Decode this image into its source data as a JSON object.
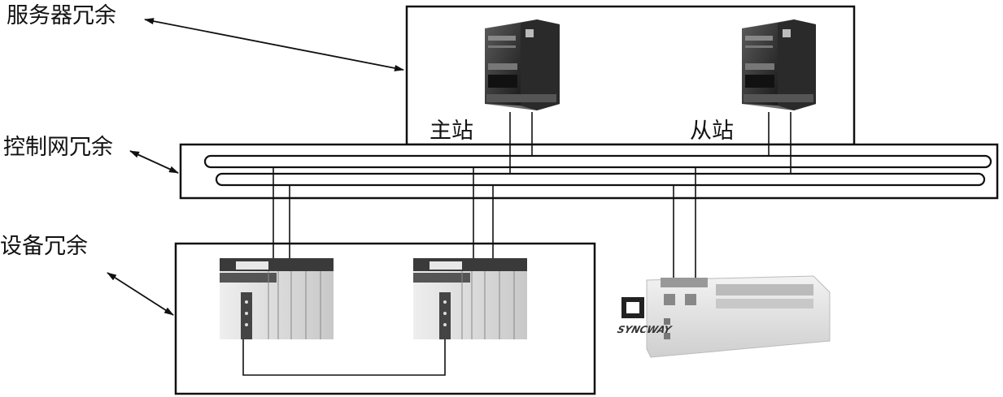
{
  "labels": {
    "server_redundancy": "服务器冗余",
    "control_network_redundancy": "控制网冗余",
    "device_redundancy": "设备冗余",
    "master_station": "主站",
    "slave_station": "从站"
  },
  "device_labels": {
    "io_module_brand": "SYNCWAY"
  }
}
